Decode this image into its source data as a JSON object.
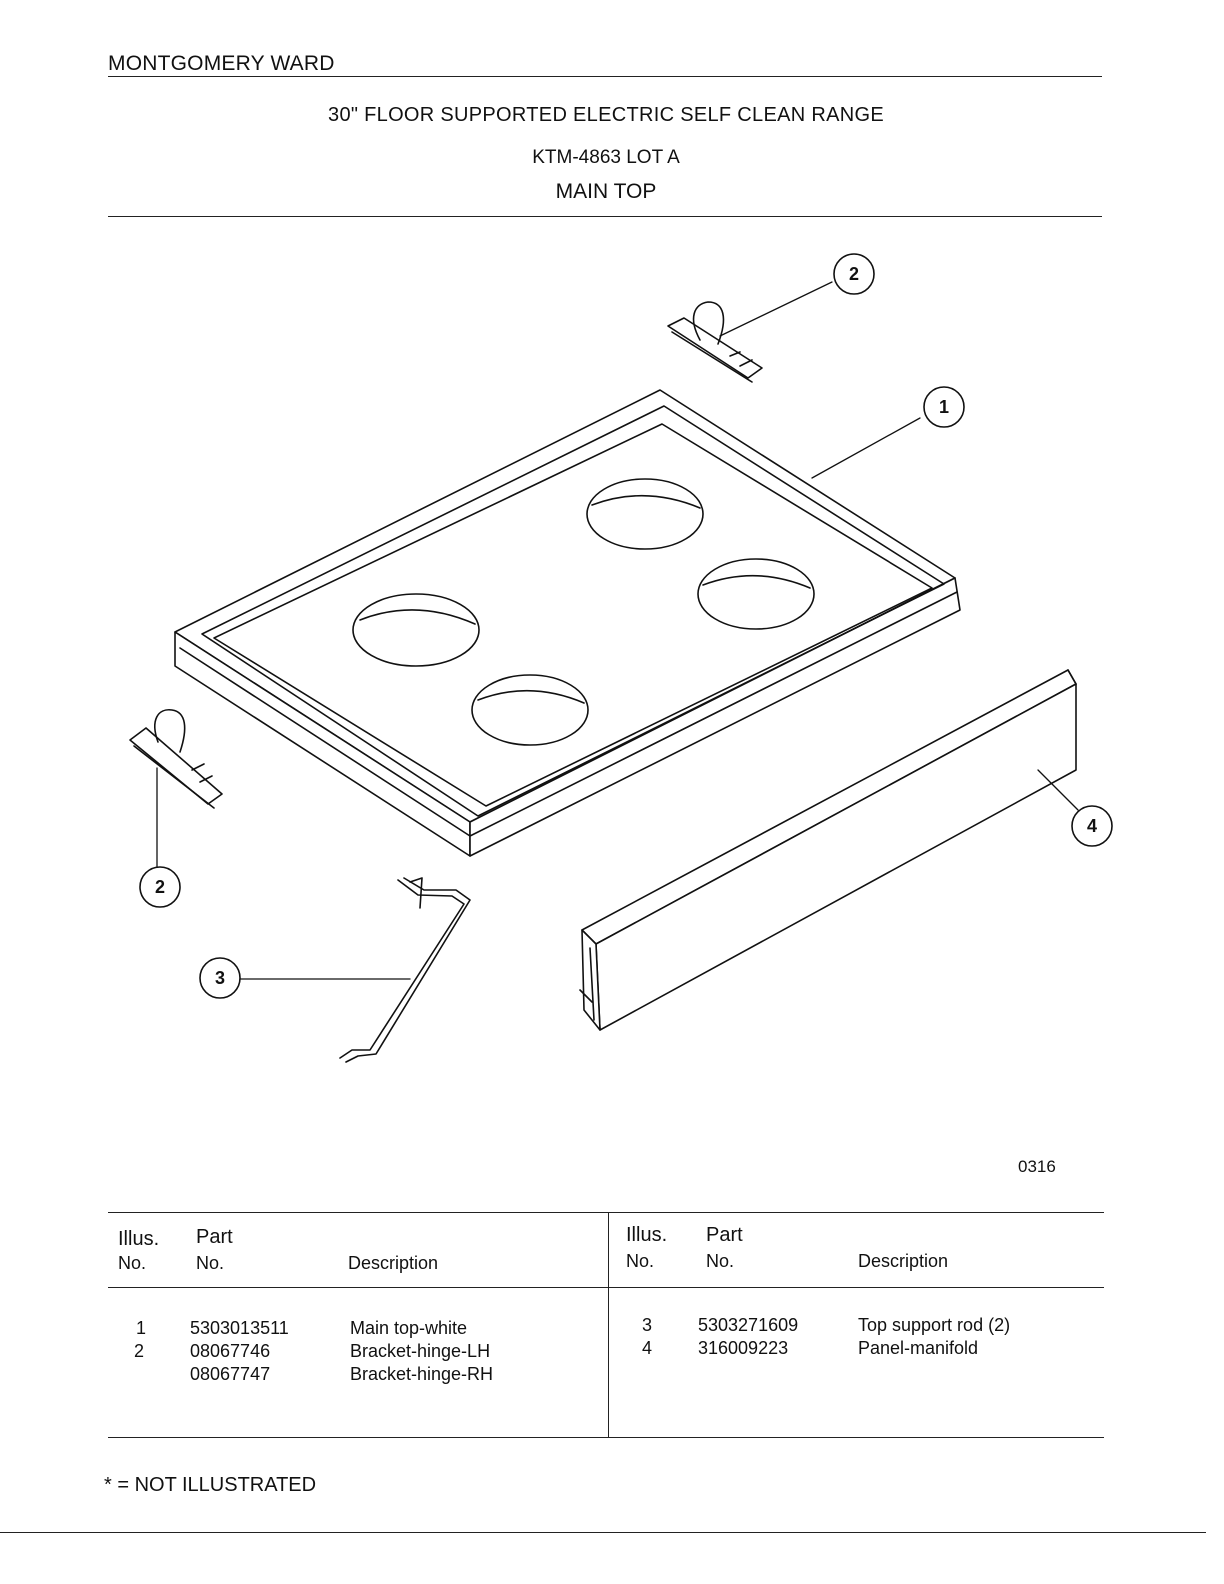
{
  "header": {
    "brand": "MONTGOMERY WARD",
    "title": "30\" FLOOR SUPPORTED ELECTRIC SELF CLEAN RANGE",
    "model": "KTM-4863 LOT A",
    "section": "MAIN TOP"
  },
  "diagram": {
    "callouts": [
      "1",
      "2",
      "2",
      "3",
      "4"
    ],
    "code": "0316"
  },
  "table": {
    "columns": {
      "illus_line1": "Illus.",
      "illus_line2": "No.",
      "part_line1": "Part",
      "part_line2": "No.",
      "description": "Description"
    },
    "left_rows": [
      {
        "illus": "1",
        "part": "5303013511",
        "description": "Main top-white"
      },
      {
        "illus": "2",
        "part": "08067746",
        "description": "Bracket-hinge-LH"
      },
      {
        "illus": "",
        "part": "08067747",
        "description": "Bracket-hinge-RH"
      }
    ],
    "right_rows": [
      {
        "illus": "3",
        "part": "5303271609",
        "description": "Top support rod (2)"
      },
      {
        "illus": "4",
        "part": "316009223",
        "description": "Panel-manifold"
      }
    ]
  },
  "footer": {
    "note": "* = NOT ILLUSTRATED"
  }
}
